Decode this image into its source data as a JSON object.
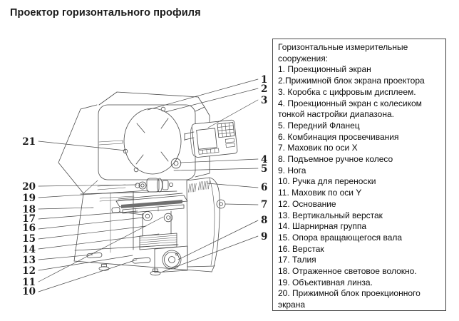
{
  "page": {
    "title": "Проектор горизонтального профиля"
  },
  "legend": {
    "heading": "Горизонтальные измерительные сооружения:",
    "items": [
      "1. Проекционный экран",
      "2.Прижимной блок экрана проектора",
      "3. Коробка с цифровым дисплеем.",
      "4. Проекционный экран с колесиком тонкой настройки диапазона.",
      "5. Передний Фланец",
      "6. Комбинация просвечивания",
      "7. Маховик по оси X",
      "8. Подъемное ручное колесо",
      "9. Нога",
      "10. Ручка для переноски",
      "11. Маховик по оси Y",
      "12. Основание",
      "13. Вертикальный верстак",
      "14. Шарнирная группа",
      "15. Опора вращающегося вала",
      "16. Верстак",
      "17. Талия",
      "18. Отраженное световое волокно.",
      "19. Объективная линза.",
      "20. Прижимной блок проекционного экрана"
    ]
  },
  "diagram": {
    "callouts": {
      "n1": "1",
      "n2": "2",
      "n3": "3",
      "n4": "4",
      "n5": "5",
      "n6": "6",
      "n7": "7",
      "n8": "8",
      "n9": "9",
      "n10": "10",
      "n11": "11",
      "n12": "12",
      "n13": "13",
      "n14": "14",
      "n15": "15",
      "n16": "16",
      "n17": "17",
      "n18": "18",
      "n19": "19",
      "n20": "20",
      "n21": "21"
    },
    "colors": {
      "diagram_line": "#4a4a4a",
      "text": "#111111",
      "legend_border": "#4d4d4d"
    }
  }
}
